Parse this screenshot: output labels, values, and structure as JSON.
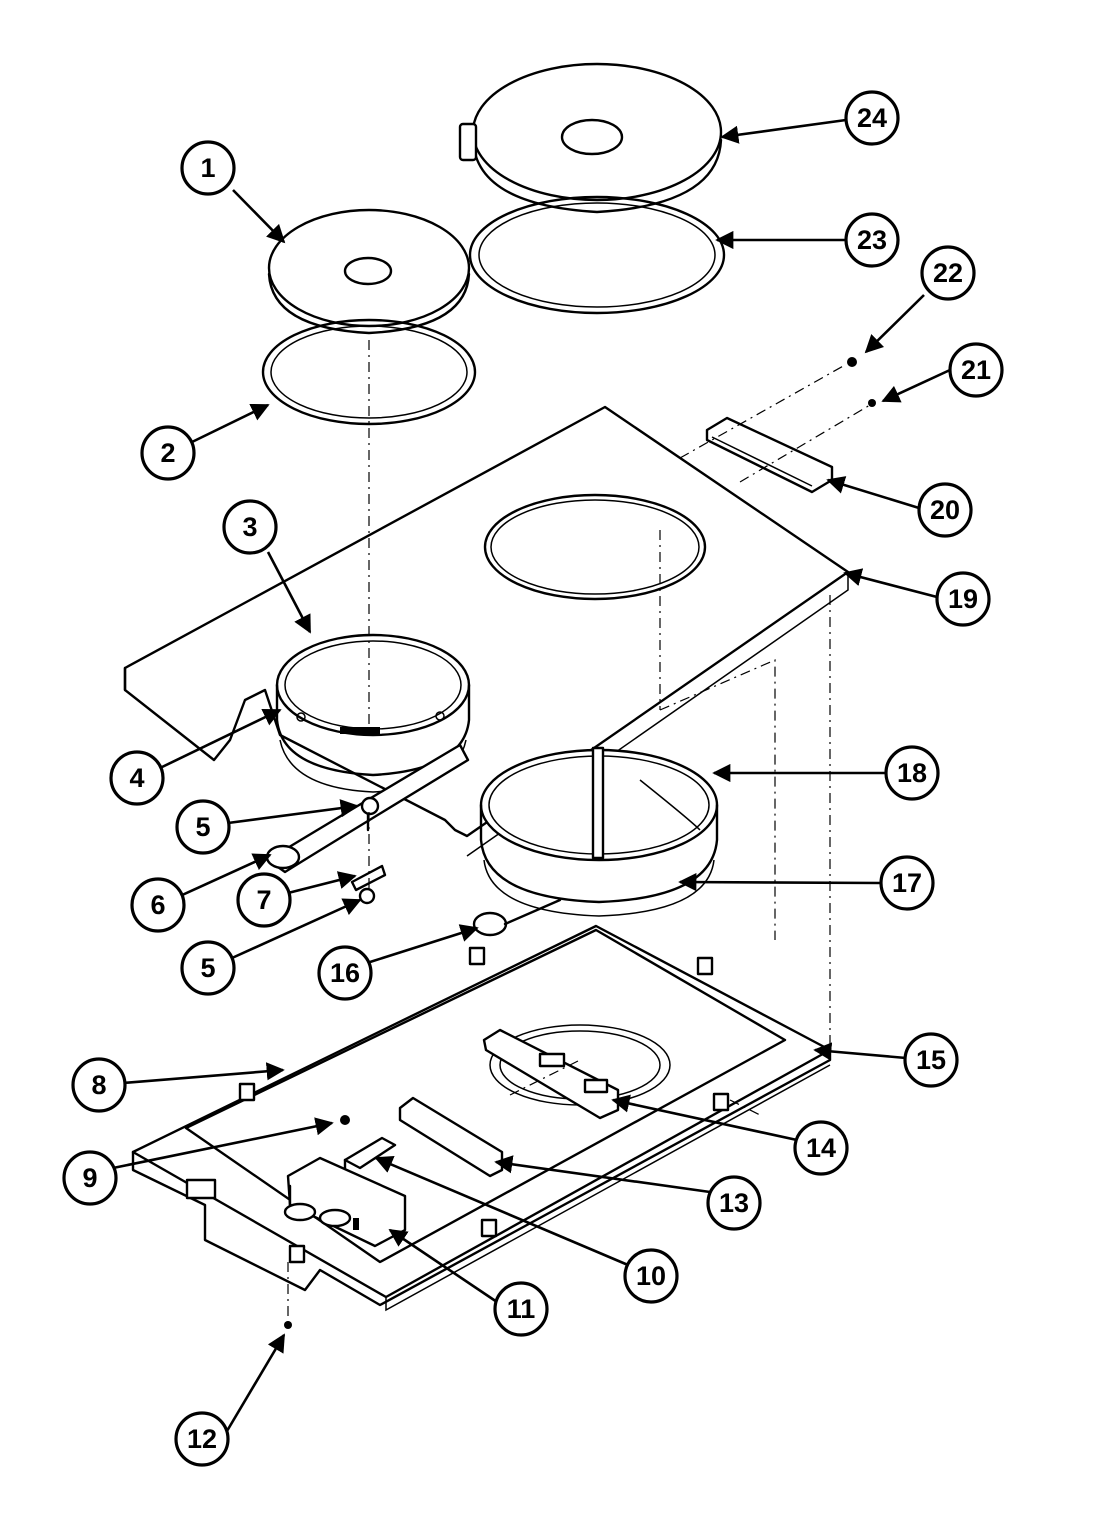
{
  "callouts": [
    {
      "id": "1",
      "label": "1"
    },
    {
      "id": "2",
      "label": "2"
    },
    {
      "id": "3",
      "label": "3"
    },
    {
      "id": "4",
      "label": "4"
    },
    {
      "id": "5a",
      "label": "5"
    },
    {
      "id": "5b",
      "label": "5"
    },
    {
      "id": "6",
      "label": "6"
    },
    {
      "id": "7",
      "label": "7"
    },
    {
      "id": "8",
      "label": "8"
    },
    {
      "id": "9",
      "label": "9"
    },
    {
      "id": "10",
      "label": "10"
    },
    {
      "id": "11",
      "label": "11"
    },
    {
      "id": "12",
      "label": "12"
    },
    {
      "id": "13",
      "label": "13"
    },
    {
      "id": "14",
      "label": "14"
    },
    {
      "id": "15",
      "label": "15"
    },
    {
      "id": "16",
      "label": "16"
    },
    {
      "id": "17",
      "label": "17"
    },
    {
      "id": "18",
      "label": "18"
    },
    {
      "id": "19",
      "label": "19"
    },
    {
      "id": "20",
      "label": "20"
    },
    {
      "id": "21",
      "label": "21"
    },
    {
      "id": "22",
      "label": "22"
    },
    {
      "id": "23",
      "label": "23"
    },
    {
      "id": "24",
      "label": "24"
    }
  ]
}
